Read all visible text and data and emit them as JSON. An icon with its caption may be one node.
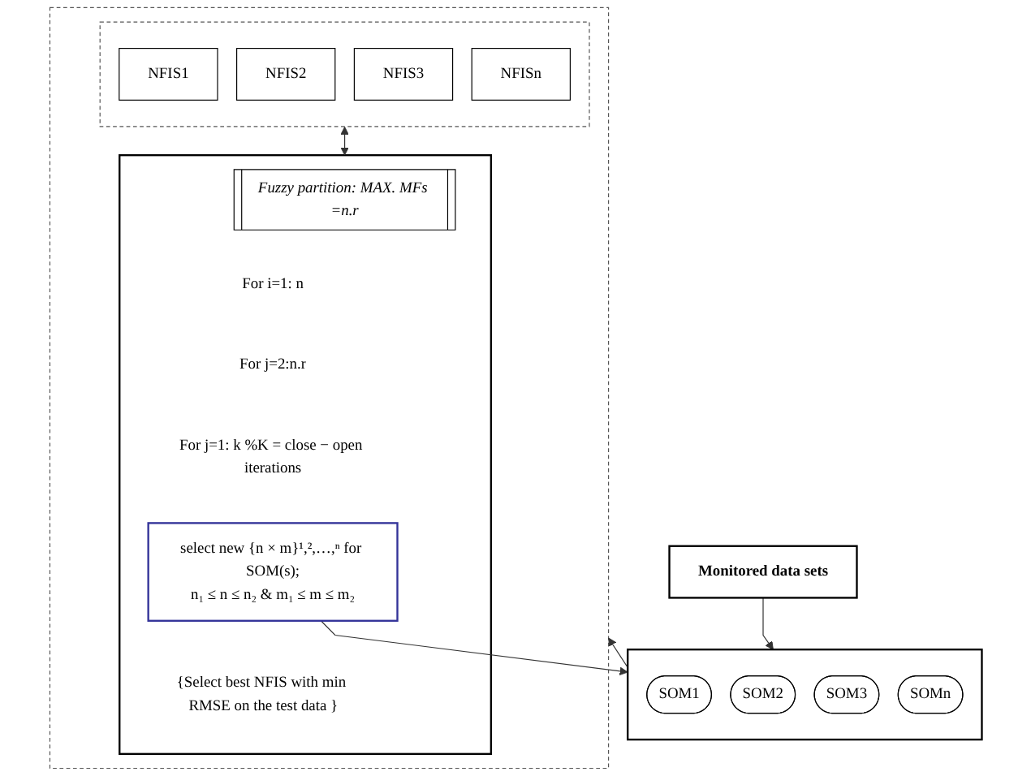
{
  "diagram": {
    "nodes": [
      {
        "text": [
          "Monitored data sets"
        ]
      },
      {
        "text": [],
        "shape": "box"
      },
      {
        "text": [
          "SOM1"
        ],
        "in": 1
      },
      {
        "text": [
          "SOM2"
        ],
        "in": 1
      },
      {
        "text": [
          "SOM3"
        ],
        "in": 1
      },
      {
        "text": [
          "SOMn"
        ],
        "in": 1
      },
      {
        "text": [],
        "shape": "ellipse"
      },
      {
        "text": [],
        "shape": "ellipse",
        "in": 6
      },
      {
        "text": [
          "NFIS1"
        ],
        "in": 7
      },
      {
        "text": [
          "NFIS2"
        ],
        "in": 7
      },
      {
        "text": [
          "NFIS3"
        ],
        "in": 7
      },
      {
        "text": [
          "NFISn"
        ],
        "in": 7
      },
      {
        "text": [
          "For i=1: n",
          "For j=2:n.r",
          "For j=1: k %K = close − open iterations",
          "{Select best NFIS with min RMSE on the test data }"
        ],
        "in": 6
      },
      {
        "text": [
          "Fuzzy partition: MAX. MFs =n.r"
        ],
        "in": 12
      },
      {
        "text": [
          "select new {n × m}¹,²,…,ⁿ for SOM(s);",
          "n₁ ≤ n ≤ n₂ & m₁ ≤ m ≤ m₂"
        ],
        "in": 12
      }
    ],
    "edges": [
      {
        "from": 0,
        "to": 1,
        "arrow": "to"
      },
      {
        "from": 1,
        "to": 6,
        "arrow": "to"
      },
      {
        "from": 7,
        "to": 12,
        "arrow": "both"
      },
      {
        "from": 14,
        "to": 1,
        "arrow": "to"
      }
    ]
  }
}
